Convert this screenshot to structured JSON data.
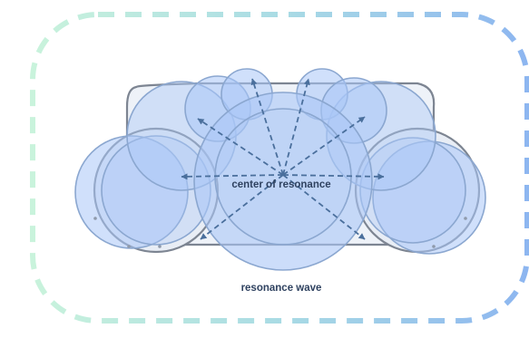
{
  "labels": {
    "center": "center of resonance",
    "wave": "resonance wave"
  },
  "colors": {
    "frame_start": "#c9f3dc",
    "frame_end": "#8db6f0",
    "bubble_fill": "#aac7f7",
    "bubble_stroke": "#7f9bc4",
    "arrow": "#4a6f9c",
    "label": "#2f4260"
  },
  "diagram": {
    "arrow_count": 8,
    "arrow_style": "dashed"
  }
}
